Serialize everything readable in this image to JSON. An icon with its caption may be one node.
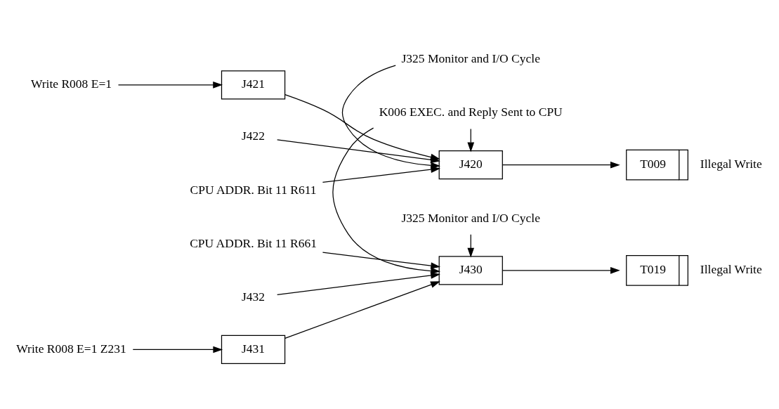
{
  "diagram": {
    "nodes": [
      {
        "text": [
          "Write R008 E=1"
        ]
      },
      {
        "text": [
          "J421"
        ]
      },
      {
        "text": [
          "J422"
        ]
      },
      {
        "text": [
          "J420"
        ]
      },
      {
        "text": [
          "J325 Monitor and I/O Cycle"
        ]
      },
      {
        "text": [
          "T009"
        ],
        "beside": [
          "Illegal Write"
        ]
      },
      {
        "text": [
          "CPU ADDR. Bit 11 R611"
        ]
      },
      {
        "text": [
          "K006 EXEC. and Reply Sent to CPU"
        ]
      },
      {
        "text": [
          "CPU ADDR. Bit 11 R661"
        ]
      },
      {
        "text": [
          "J432"
        ]
      },
      {
        "text": [
          "J430"
        ]
      },
      {
        "text": [
          "T019"
        ],
        "beside": [
          "Illegal Write"
        ]
      },
      {
        "text": [
          "J325 Monitor and I/O Cycle"
        ]
      },
      {
        "text": [
          "Write R008 E=1 Z231"
        ]
      },
      {
        "text": [
          "J431"
        ]
      }
    ],
    "edges": [
      {
        "from": 0,
        "to": 1,
        "arrow": "to"
      },
      {
        "from": 1,
        "to": 3,
        "arrow": "to"
      },
      {
        "from": 2,
        "to": 3,
        "arrow": "to"
      },
      {
        "from": 4,
        "to": 3,
        "arrow": "to"
      },
      {
        "from": 3,
        "to": 5,
        "arrow": "to"
      },
      {
        "from": 6,
        "to": 3,
        "arrow": "to"
      },
      {
        "from": 7,
        "to": 3,
        "arrow": "to"
      },
      {
        "from": 7,
        "to": 10,
        "arrow": "to"
      },
      {
        "from": 8,
        "to": 10,
        "arrow": "to"
      },
      {
        "from": 9,
        "to": 10,
        "arrow": "to"
      },
      {
        "from": 14,
        "to": 10,
        "arrow": "to"
      },
      {
        "from": 12,
        "to": 10,
        "arrow": "to"
      },
      {
        "from": 10,
        "to": 11,
        "arrow": "to"
      },
      {
        "from": 13,
        "to": 14,
        "arrow": "to"
      }
    ]
  }
}
